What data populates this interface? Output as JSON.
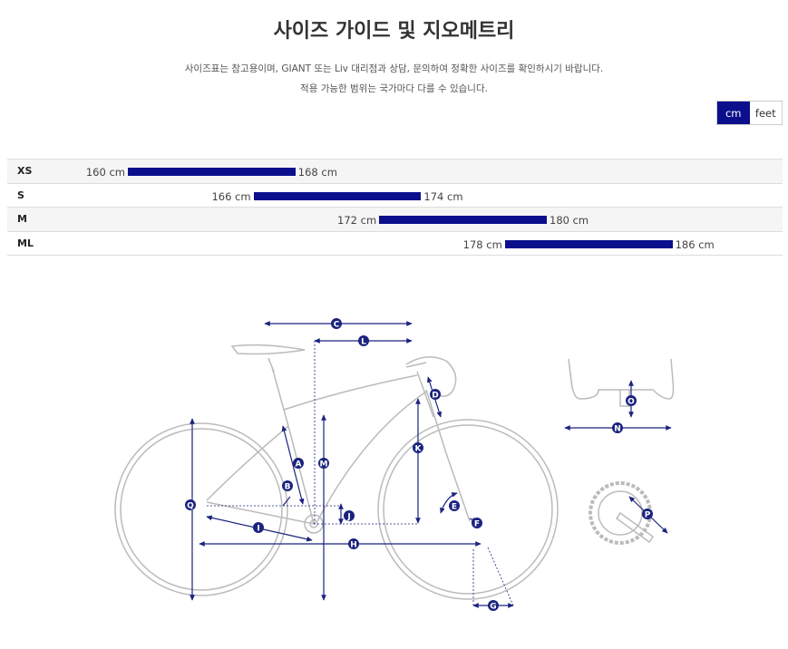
{
  "header": {
    "title": "사이즈 가이드 및 지오메트리",
    "intro_line1": "사이즈표는 참고용이며, GIANT 또는 Liv 대리점과 상담, 문의하여 정확한 사이즈를 확인하시기 바랍니다.",
    "intro_line2": "적용 가능한 범위는 국가마다 다를 수 있습니다."
  },
  "unit_toggle": {
    "options": [
      "cm",
      "feet"
    ],
    "selected": "cm"
  },
  "size_chart": {
    "rows": [
      {
        "size": "XS",
        "min_label": "160 cm",
        "max_label": "168 cm",
        "min": 160,
        "max": 168
      },
      {
        "size": "S",
        "min_label": "166 cm",
        "max_label": "174 cm",
        "min": 166,
        "max": 174
      },
      {
        "size": "M",
        "min_label": "172 cm",
        "max_label": "180 cm",
        "min": 172,
        "max": 180
      },
      {
        "size": "ML",
        "min_label": "178 cm",
        "max_label": "186 cm",
        "min": 178,
        "max": 186
      }
    ]
  },
  "geometry_diagram": {
    "labels": [
      "A",
      "B",
      "C",
      "D",
      "E",
      "F",
      "G",
      "H",
      "I",
      "J",
      "K",
      "L",
      "M",
      "N",
      "O",
      "P",
      "Q"
    ]
  },
  "colors": {
    "accent": "#0b0f8c",
    "bike_outline": "#bbbbbb",
    "row_alt": "#f5f5f5"
  }
}
